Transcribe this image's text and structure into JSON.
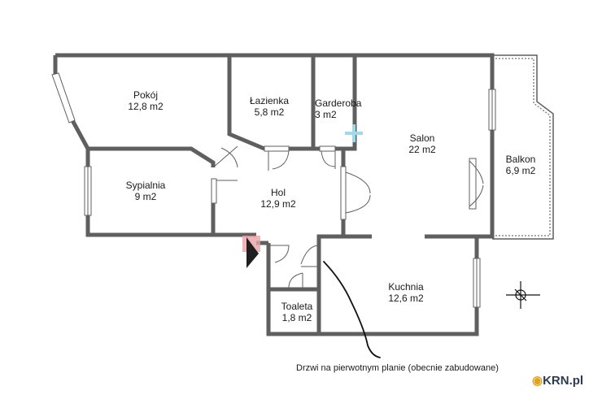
{
  "rooms": [
    {
      "id": "pokoj",
      "name": "Pokój",
      "area": "12,8 m2"
    },
    {
      "id": "lazienka",
      "name": "Łazienka",
      "area": "5,8 m2"
    },
    {
      "id": "garderoba",
      "name": "Garderoba",
      "area": "3 m2"
    },
    {
      "id": "salon",
      "name": "Salon",
      "area": "22 m2"
    },
    {
      "id": "balkon",
      "name": "Balkon",
      "area": "6,9 m2"
    },
    {
      "id": "sypialnia",
      "name": "Sypialnia",
      "area": "9 m2"
    },
    {
      "id": "hol",
      "name": "Hol",
      "area": "12,9 m2"
    },
    {
      "id": "kuchnia",
      "name": "Kuchnia",
      "area": "12,6 m2"
    },
    {
      "id": "toaleta",
      "name": "Toaleta",
      "area": "1,8 m2"
    }
  ],
  "annotation": "Drzwi na pierwotnym planie (obecnie zabudowane)",
  "logo": {
    "mark": "KRN",
    "suffix": ".pl"
  },
  "colors": {
    "wall": "#5f5f5f",
    "text": "#1a1a1a",
    "logo": "#2b3a52",
    "accent": "#e2a21c",
    "marker": "#e8a3a8",
    "cross": "#9fd9ec"
  }
}
